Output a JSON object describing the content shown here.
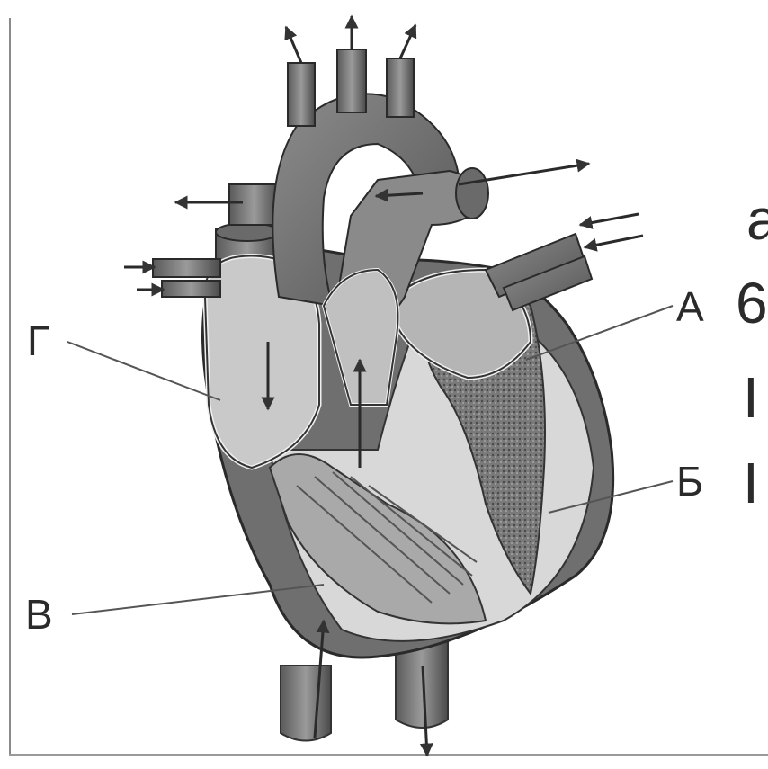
{
  "labels": {
    "a": "А",
    "b": "Б",
    "v": "В",
    "g": "Г"
  },
  "side_text": [
    "а",
    "6",
    "I",
    "I"
  ]
}
